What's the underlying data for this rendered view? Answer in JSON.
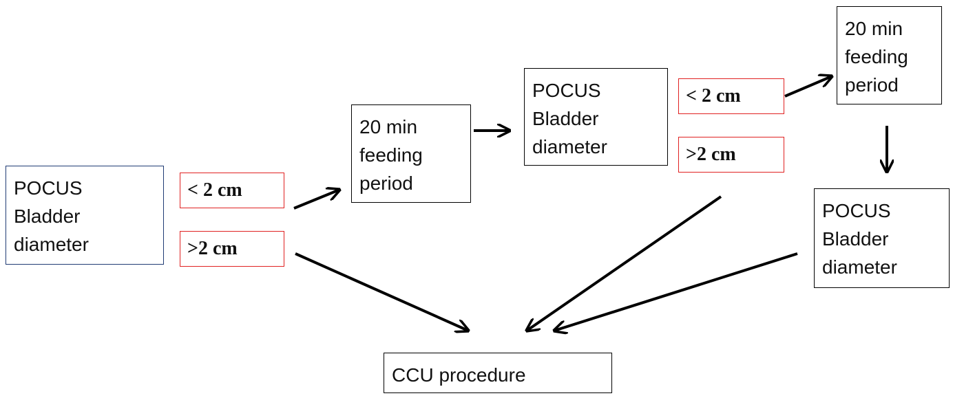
{
  "colors": {
    "line": "#000000",
    "condition_border": "#e02020",
    "first_box_border": "#1f3a73"
  },
  "nodes": {
    "pocus_1": {
      "lines": [
        "POCUS",
        "Bladder",
        "diameter"
      ]
    },
    "cond_1_lt": {
      "text": "< 2 cm"
    },
    "cond_1_gt": {
      "text": ">2 cm"
    },
    "feeding_1": {
      "lines": [
        "20 min",
        "feeding",
        "period"
      ]
    },
    "pocus_2": {
      "lines": [
        "POCUS",
        "Bladder",
        "diameter"
      ]
    },
    "cond_2_lt": {
      "text": "< 2 cm"
    },
    "cond_2_gt": {
      "text": ">2 cm"
    },
    "feeding_2": {
      "lines": [
        "20 min",
        "feeding",
        "period"
      ]
    },
    "pocus_3": {
      "lines": [
        "POCUS",
        "Bladder",
        "diameter"
      ]
    },
    "ccu": {
      "text": "CCU procedure"
    }
  },
  "edges": [
    {
      "from": "cond_1_lt",
      "to": "feeding_1"
    },
    {
      "from": "cond_1_gt",
      "to": "ccu"
    },
    {
      "from": "feeding_1",
      "to": "pocus_2"
    },
    {
      "from": "cond_2_lt",
      "to": "feeding_2"
    },
    {
      "from": "cond_2_gt",
      "to": "ccu"
    },
    {
      "from": "feeding_2",
      "to": "pocus_3"
    },
    {
      "from": "pocus_3",
      "to": "ccu"
    }
  ]
}
